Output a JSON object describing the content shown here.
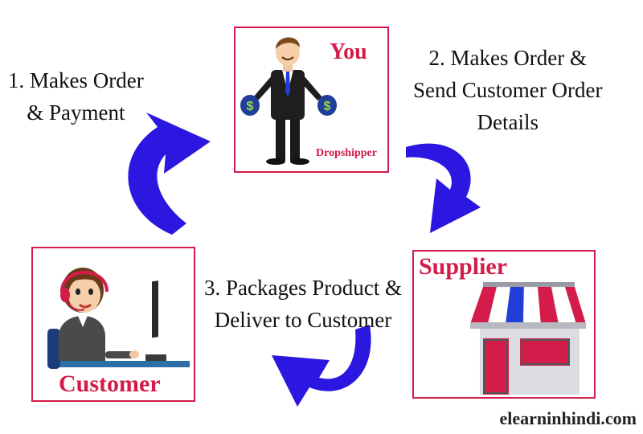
{
  "you": {
    "title": "You",
    "subtitle": "Dropshipper"
  },
  "supplier": {
    "title": "Supplier"
  },
  "customer": {
    "title": "Customer"
  },
  "steps": [
    {
      "lines": [
        "1. Makes Order",
        "& Payment"
      ]
    },
    {
      "lines": [
        "2. Makes Order &",
        "Send Customer Order",
        "Details"
      ]
    },
    {
      "lines": [
        "3. Packages Product &",
        "Deliver to Customer"
      ]
    }
  ],
  "footer": "elearninhindi.com",
  "colors": {
    "accent": "#d31c4a",
    "arrow": "#2b17e0"
  },
  "icons": {
    "money": "dollar-bag-icon"
  }
}
